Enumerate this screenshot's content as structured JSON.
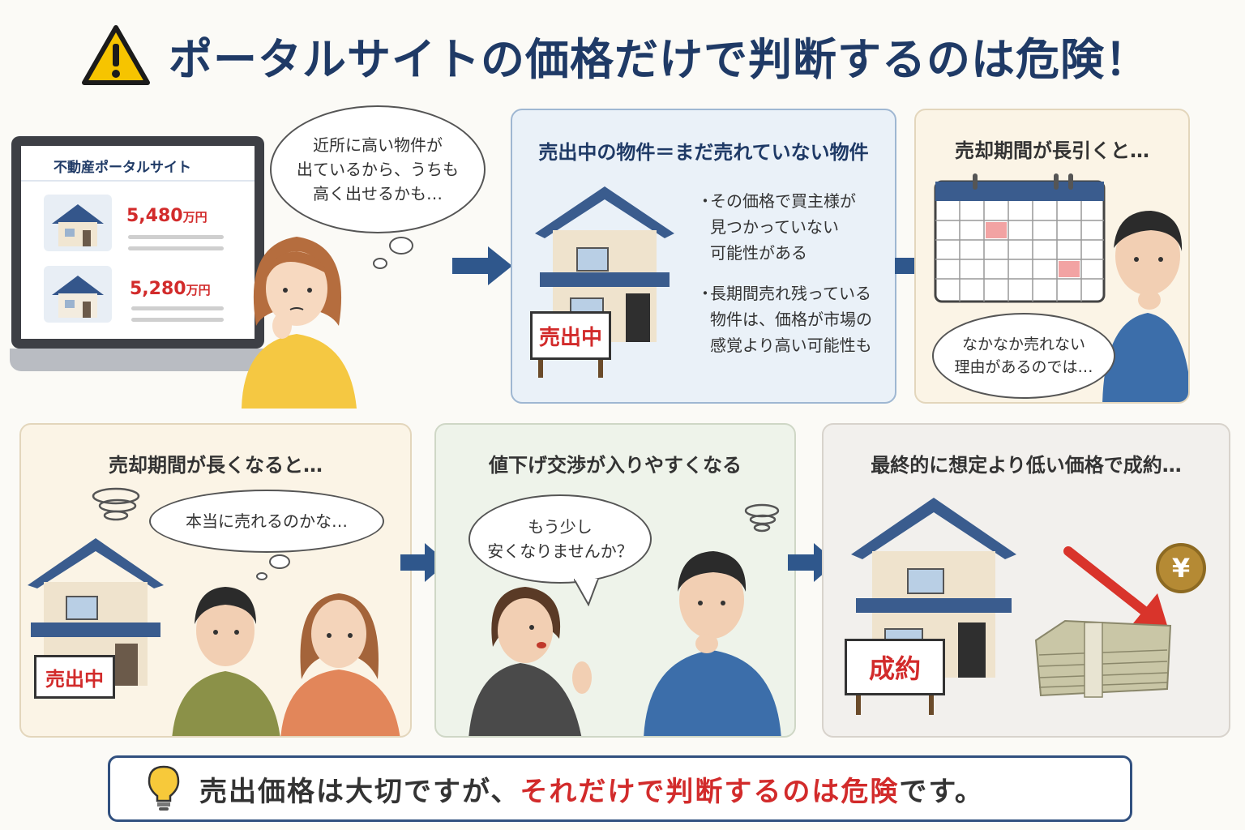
{
  "title": "ポータルサイトの価格だけで判断するのは危険！",
  "icons": {
    "warning": "warning-triangle-icon",
    "bulb": "lightbulb-icon",
    "yen": "yen-coin-icon"
  },
  "portal": {
    "site_name": "不動産ポータルサイト",
    "listings": [
      {
        "price": "5,480",
        "unit": "万円"
      },
      {
        "price": "5,280",
        "unit": "万円"
      }
    ]
  },
  "thought1": {
    "lines": [
      "近所に高い物件が",
      "出ているから、うちも",
      "高く出せるかも…"
    ]
  },
  "panel1": {
    "heading": "売出中の物件＝まだ売れていない物件",
    "sign": "売出中",
    "bullets": [
      {
        "mark": "・",
        "lines": [
          "その価格で買主様が",
          "見つかっていない",
          "可能性がある"
        ]
      },
      {
        "mark": "・",
        "lines": [
          "長期間売れ残っている",
          "物件は、価格が市場の",
          "感覚より高い可能性も"
        ]
      }
    ]
  },
  "panel2": {
    "heading": "売却期間が長引くと…",
    "thought": [
      "なかなか売れない",
      "理由があるのでは…"
    ]
  },
  "panel3": {
    "heading": "売却期間が長くなると…",
    "thought": "本当に売れるのかな…",
    "sign": "売出中"
  },
  "panel4": {
    "heading": "値下げ交渉が入りやすくなる",
    "speech": [
      "もう少し",
      "安くなりませんか？"
    ]
  },
  "panel5": {
    "heading": "最終的に想定より低い価格で成約…",
    "sign": "成約",
    "yen": "¥"
  },
  "footer": {
    "part1": "売出価格は大切ですが、",
    "part2": "それだけで判断するのは危険",
    "part3": "です。"
  },
  "colors": {
    "navy": "#1f3a66",
    "red": "#d22b2b",
    "panel_blue": "#eaf1f8",
    "panel_cream": "#fbf4e6",
    "panel_green": "#eef3ea",
    "panel_grey": "#f2f0ed",
    "roof": "#3a5c8e"
  }
}
